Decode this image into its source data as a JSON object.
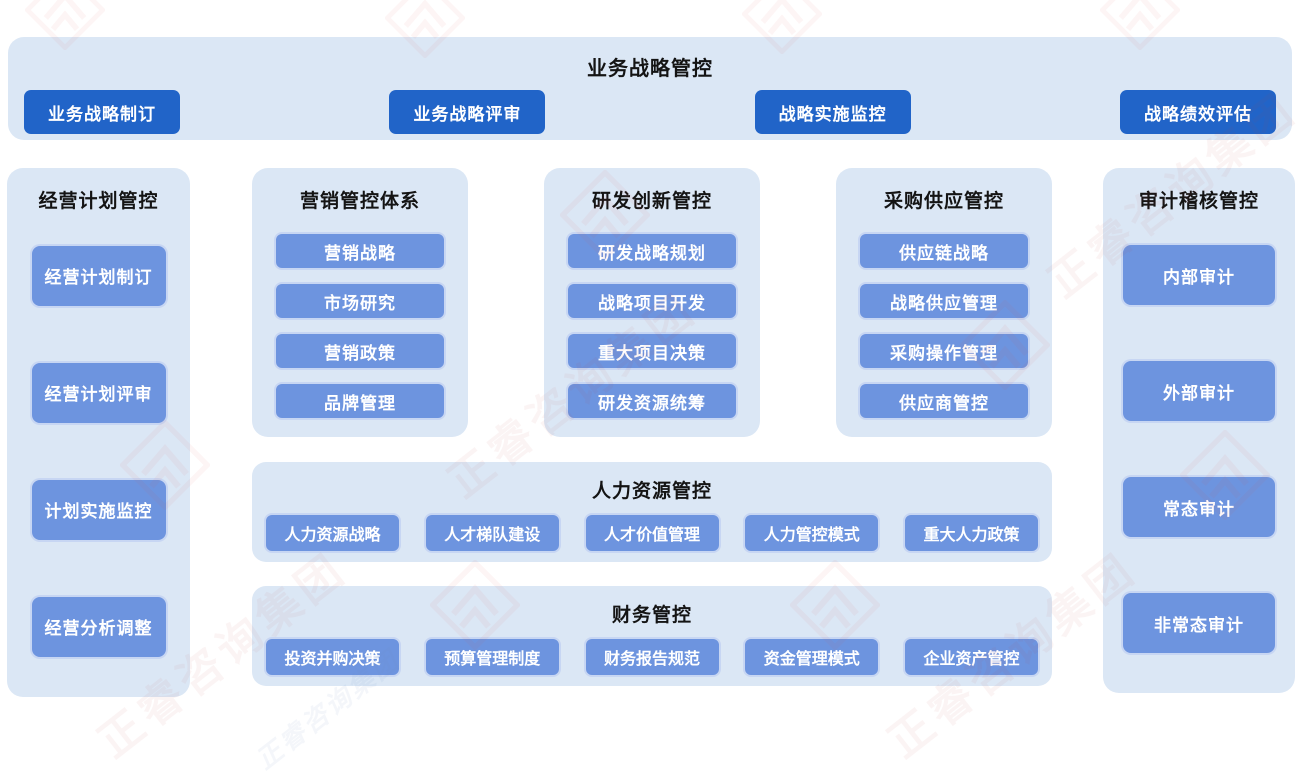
{
  "banner": {
    "title": "业务战略管控",
    "buttons": [
      "业务战略制订",
      "业务战略评审",
      "战略实施监控",
      "战略绩效评估"
    ]
  },
  "panels": {
    "operation": {
      "title": "经营计划管控",
      "items": [
        "经营计划制订",
        "经营计划评审",
        "计划实施监控",
        "经营分析调整"
      ]
    },
    "marketing": {
      "title": "营销管控体系",
      "items": [
        "营销战略",
        "市场研究",
        "营销政策",
        "品牌管理"
      ]
    },
    "rnd": {
      "title": "研发创新管控",
      "items": [
        "研发战略规划",
        "战略项目开发",
        "重大项目决策",
        "研发资源统筹"
      ]
    },
    "procurement": {
      "title": "采购供应管控",
      "items": [
        "供应链战略",
        "战略供应管理",
        "采购操作管理",
        "供应商管控"
      ]
    },
    "hr": {
      "title": "人力资源管控",
      "items": [
        "人力资源战略",
        "人才梯队建设",
        "人才价值管理",
        "人力管控模式",
        "重大人力政策"
      ]
    },
    "finance": {
      "title": "财务管控",
      "items": [
        "投资并购决策",
        "预算管理制度",
        "财务报告规范",
        "资金管理模式",
        "企业资产管控"
      ]
    },
    "audit": {
      "title": "审计稽核管控",
      "items": [
        "内部审计",
        "外部审计",
        "常态审计",
        "非常态审计"
      ]
    }
  },
  "watermark": {
    "text": "正睿咨询集团"
  },
  "colors": {
    "panel_bg": "#dbe7f5",
    "primary_button": "#2164c8",
    "secondary_button": "#6d94df",
    "title_text": "#141414",
    "button_text": "#ffffff",
    "watermark_red": "#c44747"
  }
}
